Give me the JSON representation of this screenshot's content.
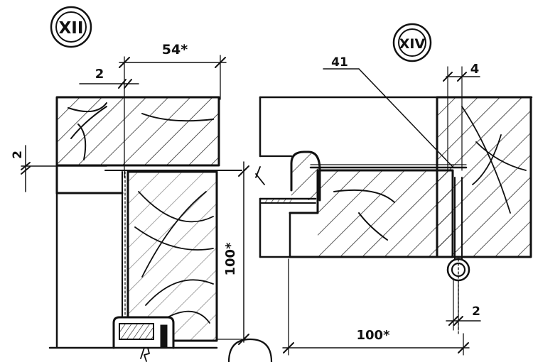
{
  "colors": {
    "ink": "#111111",
    "paper": "#ffffff"
  },
  "details": [
    {
      "marker": "XII",
      "dimensions": {
        "top_width": "54*",
        "left_gap": "2",
        "side_gap": "2",
        "height": "100*"
      }
    },
    {
      "marker": "XIV",
      "dimensions": {
        "callout": "41",
        "top_gap": "4",
        "bottom_gap": "2",
        "width": "100*"
      }
    }
  ]
}
